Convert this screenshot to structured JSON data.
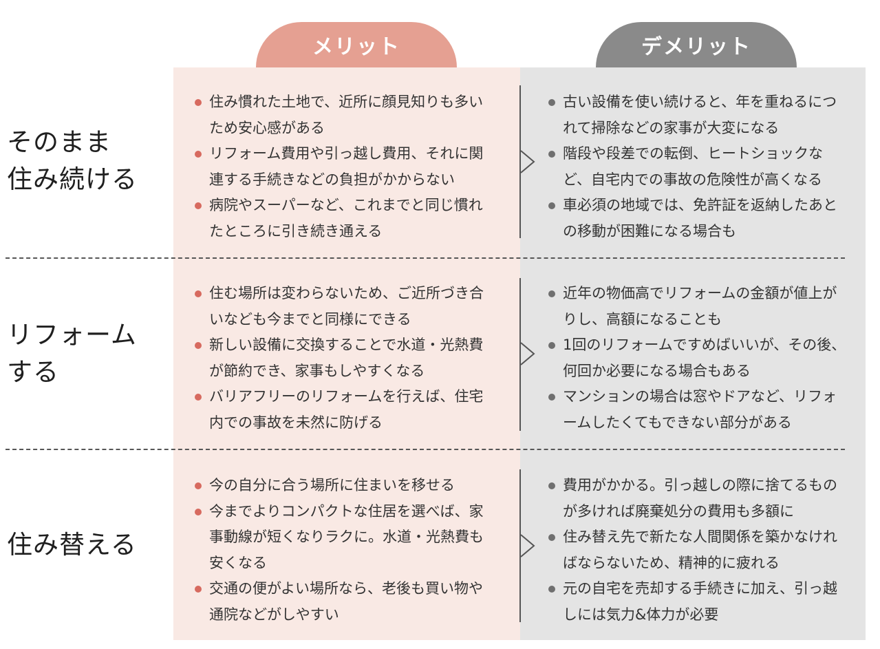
{
  "headers": {
    "merit": "メリット",
    "demerit": "デメリット"
  },
  "colors": {
    "merit_tab": "#e5a092",
    "merit_bg": "#f9e9e4",
    "merit_bullet": "#d76a5f",
    "demerit_tab": "#8a8a8a",
    "demerit_bg": "#e4e4e4",
    "demerit_bullet": "#6f6f6f"
  },
  "bullet_icon": "filled-circle",
  "arrow_icon": "chevron-right",
  "rows": [
    {
      "label": "そのまま\n住み続ける",
      "merits": [
        "住み慣れた土地で、近所に顔見知りも多いため安心感がある",
        "リフォーム費用や引っ越し費用、それに関連する手続きなどの負担がかからない",
        "病院やスーパーなど、これまでと同じ慣れたところに引き続き通える"
      ],
      "demerits": [
        "古い設備を使い続けると、年を重ねるにつれて掃除などの家事が大変になる",
        "階段や段差での転倒、ヒートショックなど、自宅内での事故の危険性が高くなる",
        "車必須の地域では、免許証を返納したあとの移動が困難になる場合も"
      ]
    },
    {
      "label": "リフォーム\nする",
      "merits": [
        "住む場所は変わらないため、ご近所づき合いなども今までと同様にできる",
        "新しい設備に交換することで水道・光熱費が節約でき、家事もしやすくなる",
        "バリアフリーのリフォームを行えば、住宅内での事故を未然に防げる"
      ],
      "demerits": [
        "近年の物価高でリフォームの金額が値上がりし、高額になることも",
        "1回のリフォームですめばいいが、その後、何回か必要になる場合もある",
        "マンションの場合は窓やドアなど、リフォームしたくてもできない部分がある"
      ]
    },
    {
      "label": "住み替える",
      "merits": [
        "今の自分に合う場所に住まいを移せる",
        "今までよりコンパクトな住居を選べば、家事動線が短くなりラクに。水道・光熱費も安くなる",
        "交通の便がよい場所なら、老後も買い物や通院などがしやすい"
      ],
      "demerits": [
        "費用がかかる。引っ越しの際に捨てるものが多ければ廃棄処分の費用も多額に",
        "住み替え先で新たな人間関係を築かなければならないため、精神的に疲れる",
        "元の自宅を売却する手続きに加え、引っ越しには気力&体力が必要"
      ]
    }
  ]
}
